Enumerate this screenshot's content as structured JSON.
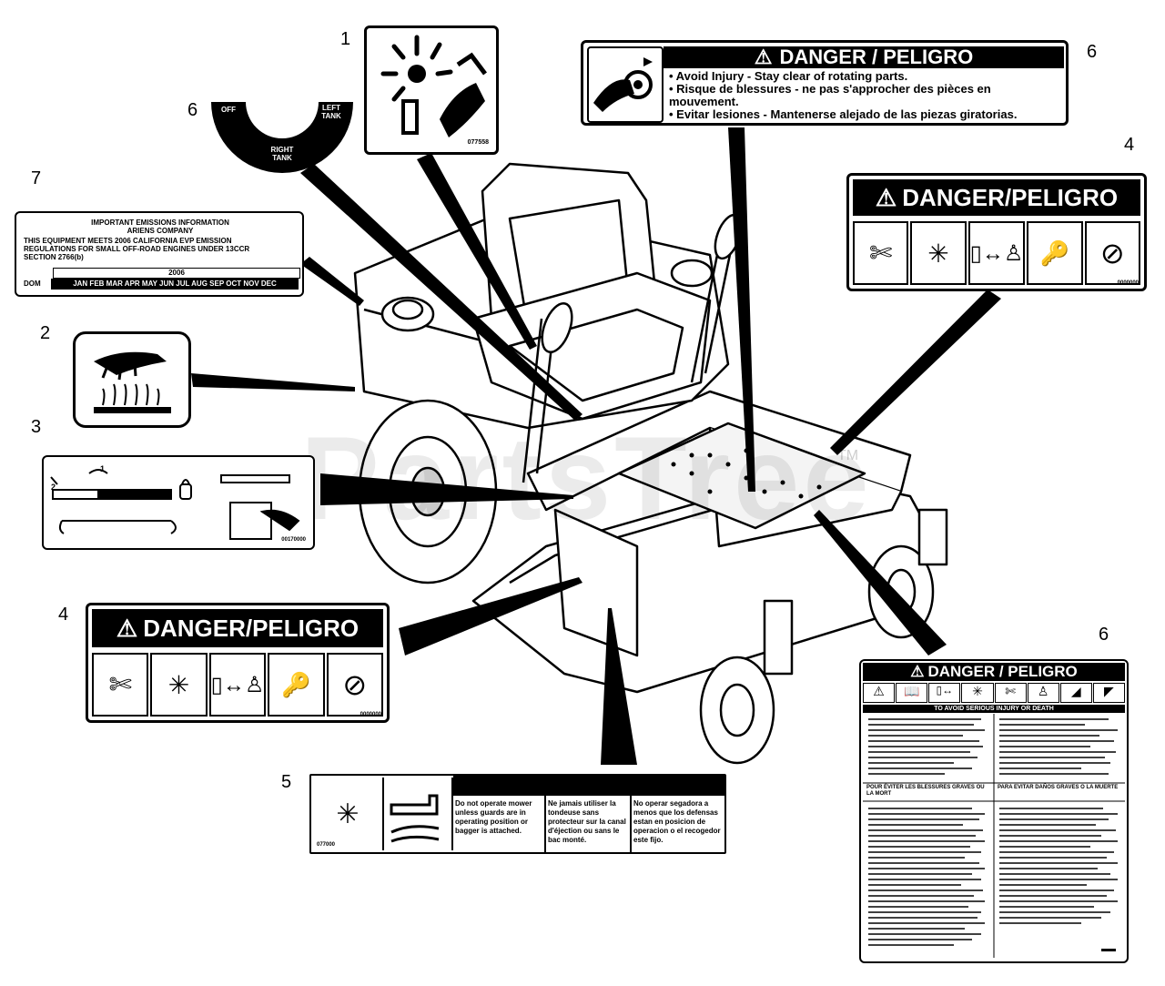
{
  "callouts": [
    "1",
    "2",
    "3",
    "4",
    "4",
    "5",
    "6",
    "6",
    "6",
    "7"
  ],
  "watermark": "PartsTree",
  "watermark_tm": "TM",
  "fuel_selector": {
    "off": "OFF",
    "left": "LEFT TANK",
    "right": "RIGHT TANK"
  },
  "decal_1_code": "077558",
  "danger_top": {
    "heading": "DANGER / PELIGRO",
    "lines": [
      "• Avoid Injury - Stay clear of rotating parts.",
      "• Risque de blessures - ne pas s'approcher des pièces en",
      "   mouvement.",
      "• Evitar lesiones - Mantenerse alejado de las piezas giratorias."
    ]
  },
  "danger_4a": {
    "heading": "DANGER/PELIGRO",
    "code": "0000000"
  },
  "danger_4b": {
    "heading": "DANGER/PELIGRO",
    "code": "0000000"
  },
  "emissions": {
    "lines": [
      "IMPORTANT EMISSIONS INFORMATION",
      "ARIENS COMPANY",
      "THIS EQUIPMENT MEETS 2006 CALIFORNIA EVP EMISSION",
      "REGULATIONS FOR SMALL OFF-ROAD ENGINES UNDER 13CCR",
      "SECTION 2766(b)"
    ],
    "year": "2006",
    "dom_label": "DOM",
    "months": "JAN FEB MAR APR MAY JUN JUL AUG SEP OCT NOV DEC"
  },
  "decal_3_code": "00170000",
  "decal_5": {
    "code": "077000",
    "col1": "Do not operate mower unless guards are in operating position or bagger is attached.",
    "col2": "Ne jamais utiliser la tondeuse sans protecteur sur la canal d'éjection ou sans le bac monté.",
    "col3": "No operar segadora a menos que los defensas estan en posicion de operacion o el recogedor este fijo."
  },
  "danger_6": {
    "heading": "DANGER / PELIGRO",
    "subhead": "TO AVOID SERIOUS INJURY OR DEATH",
    "fr_head": "POUR ÉVITER LES BLESSURES GRAVES OU LA MORT",
    "es_head": "PARA EVITAR DAÑOS GRAVES O LA MUERTE"
  }
}
